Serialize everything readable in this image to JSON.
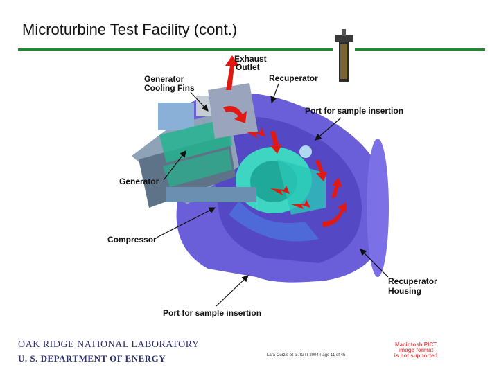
{
  "slide": {
    "title": "Microturbine Test Facility (cont.)",
    "labels": {
      "exhaust_line1": "Exhaust",
      "exhaust_line2": "Outlet",
      "gen_fins_line1": "Generator",
      "gen_fins_line2": "Cooling Fins",
      "recuperator": "Recuperator",
      "port_top": "Port for sample insertion",
      "generator": "Generator",
      "compressor": "Compressor",
      "housing_line1": "Recuperator",
      "housing_line2": "Housing",
      "port_bottom": "Port for sample insertion"
    },
    "footer": {
      "org_line1": "OAK RIDGE NATIONAL LABORATORY",
      "org_line2": "U. S. DEPARTMENT OF ENERGY",
      "citation": "Lara-Curzio et al. IGTI-2004  Page 11 of 45",
      "pict_line1": "Macintosh PICT",
      "pict_line2": "image format",
      "pict_line3": "is not supported"
    },
    "colors": {
      "accent_green": "#1e8a2e",
      "housing_purple": "#6a5fd8",
      "arrow_red": "#e01a12",
      "org_blue": "#2a2f6e"
    }
  }
}
